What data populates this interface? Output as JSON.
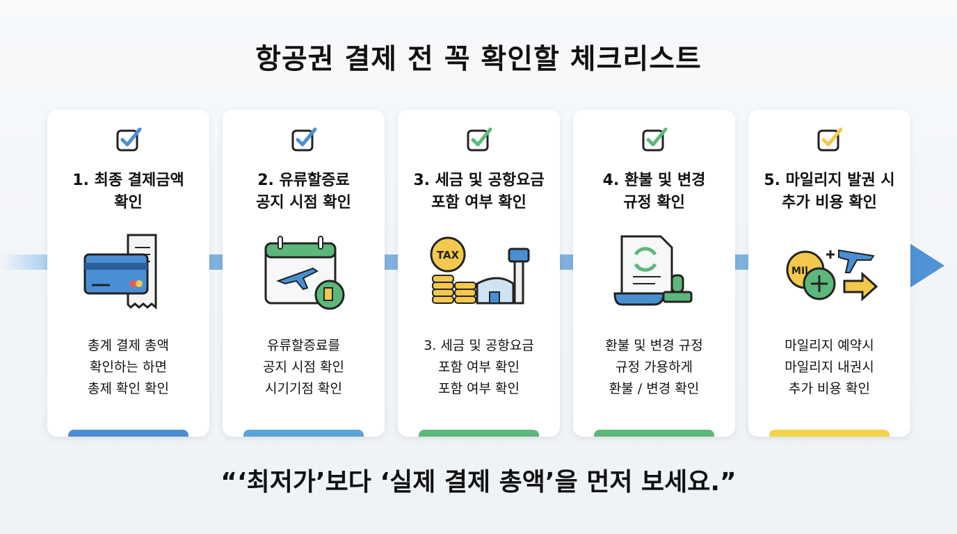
{
  "title": "항공권 결제 전 꼭 확인할 체크리스트",
  "cards": [
    {
      "title_line1": "1. 최종 결제금액",
      "title_line2": "확인",
      "desc": [
        "총계 결제 총액",
        "확인하는 하면",
        "총제 확인 확인"
      ],
      "accent": "#4a8fd4",
      "check_color": "#4a8fd4",
      "icon": "credit-card-receipt-icon"
    },
    {
      "title_line1": "2. 유류할증료",
      "title_line2": "공지 시점 확인",
      "desc": [
        "유류할증료를",
        "공지 시점 확인",
        "시기기점 확인"
      ],
      "accent": "#5aa3d9",
      "check_color": "#4a8fd4",
      "icon": "calendar-plane-fuel-icon"
    },
    {
      "title_line1": "3. 세금 및 공항요금",
      "title_line2": "포함 여부 확인",
      "desc": [
        "3. 세금 및 공항요금",
        "포함 여부 확인",
        "포함 여부 확인"
      ],
      "accent": "#5cb87a",
      "check_color": "#5cb87a",
      "icon": "tax-coins-airport-icon",
      "icon_text": "TAX"
    },
    {
      "title_line1": "4. 환불 및 변경",
      "title_line2": "규정 확인",
      "desc": [
        "환불 및 변경 규정",
        "규정 가용하게",
        "환불 / 변경 확인"
      ],
      "accent": "#5cb87a",
      "check_color": "#5cb87a",
      "icon": "document-refresh-stamp-icon"
    },
    {
      "title_line1": "5. 마일리지 발권 시",
      "title_line2": "추가 비용 확인",
      "desc": [
        "마일리지 예약시",
        "마일리지 내권시",
        "추가 비용 확인"
      ],
      "accent": "#f2d24a",
      "check_color": "#f2c94c",
      "icon": "mileage-plus-plane-icon",
      "icon_text": "MIl"
    }
  ],
  "quote": "“‘최저가’보다 ‘실제 결제 총액’을 먼저 보세요.”"
}
